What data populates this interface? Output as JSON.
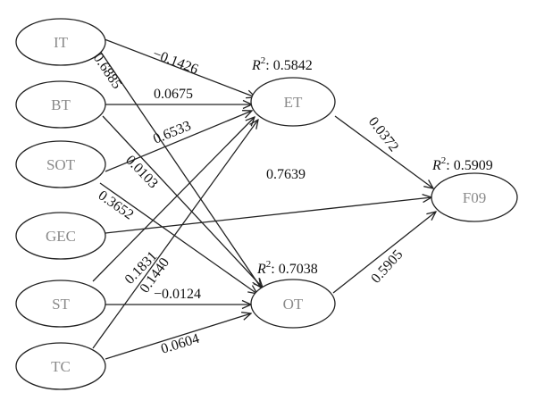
{
  "nodes": {
    "IT": "IT",
    "BT": "BT",
    "SOT": "SOT",
    "GEC": "GEC",
    "ST": "ST",
    "TC": "TC",
    "ET": "ET",
    "OT": "OT",
    "F09": "F09"
  },
  "r_squared": {
    "symbol": "R",
    "exponent": "2",
    "ET": ": 0.5842",
    "OT": ": 0.7038",
    "F09": ": 0.5909"
  },
  "paths": [
    {
      "from": "IT",
      "to": "ET",
      "coefficient": "−0.1426"
    },
    {
      "from": "IT",
      "to": "OT",
      "coefficient": "0.6885"
    },
    {
      "from": "BT",
      "to": "ET",
      "coefficient": "0.0675"
    },
    {
      "from": "BT",
      "to": "OT",
      "coefficient": "0.0103"
    },
    {
      "from": "SOT",
      "to": "ET",
      "coefficient": "0.6533"
    },
    {
      "from": "SOT",
      "to": "OT",
      "coefficient": "0.3652"
    },
    {
      "from": "GEC",
      "to": "F09",
      "coefficient": "0.7639"
    },
    {
      "from": "ST",
      "to": "ET",
      "coefficient": "0.1831"
    },
    {
      "from": "ST",
      "to": "OT",
      "coefficient": "−0.0124"
    },
    {
      "from": "TC",
      "to": "ET",
      "coefficient": "0.1440"
    },
    {
      "from": "TC",
      "to": "OT",
      "coefficient": "0.0604"
    },
    {
      "from": "ET",
      "to": "F09",
      "coefficient": "0.0372"
    },
    {
      "from": "OT",
      "to": "F09",
      "coefficient": "0.5905"
    }
  ],
  "colors": {
    "node_text": "#8a8a8a",
    "stroke": "#222222",
    "label_text": "#111111"
  }
}
